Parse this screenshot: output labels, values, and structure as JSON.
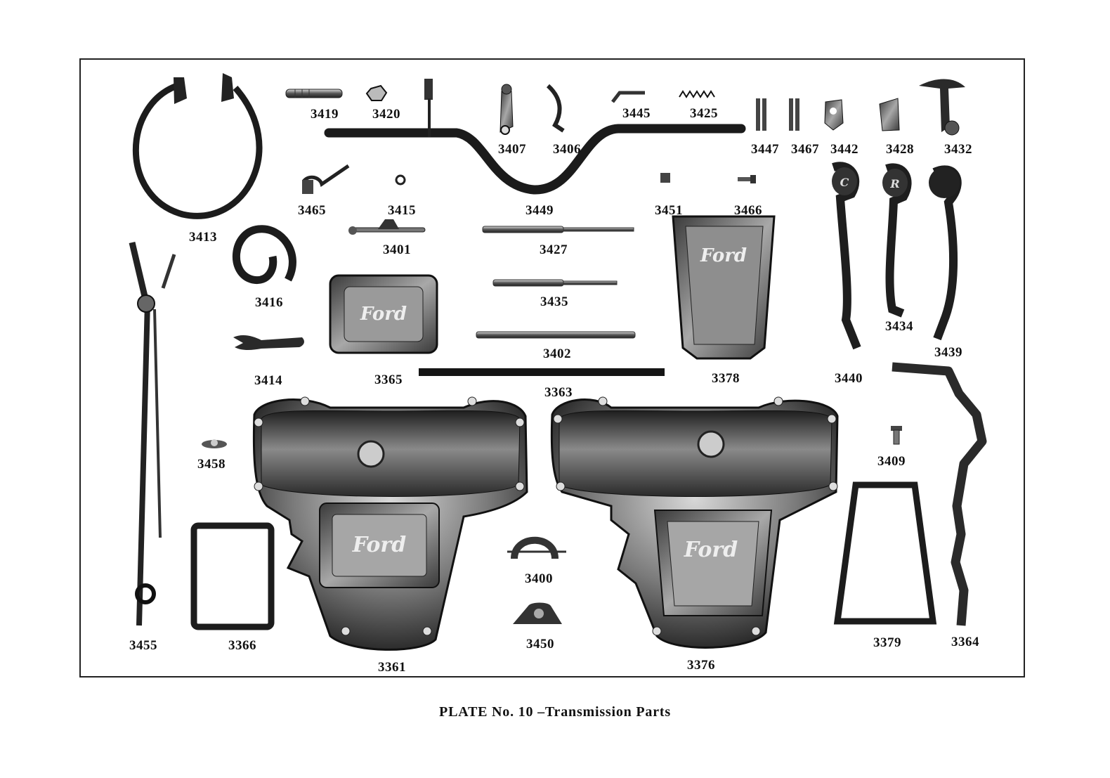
{
  "caption": "PLATE No. 10 –Transmission Parts",
  "parts": [
    {
      "id": "3413",
      "label": "3413"
    },
    {
      "id": "3419",
      "label": "3419"
    },
    {
      "id": "3420",
      "label": "3420"
    },
    {
      "id": "3407",
      "label": "3407"
    },
    {
      "id": "3406",
      "label": "3406"
    },
    {
      "id": "3445",
      "label": "3445"
    },
    {
      "id": "3425",
      "label": "3425"
    },
    {
      "id": "3447",
      "label": "3447"
    },
    {
      "id": "3467",
      "label": "3467"
    },
    {
      "id": "3442",
      "label": "3442"
    },
    {
      "id": "3428",
      "label": "3428"
    },
    {
      "id": "3432",
      "label": "3432"
    },
    {
      "id": "3465",
      "label": "3465"
    },
    {
      "id": "3415",
      "label": "3415"
    },
    {
      "id": "3449",
      "label": "3449"
    },
    {
      "id": "3451",
      "label": "3451"
    },
    {
      "id": "3466",
      "label": "3466"
    },
    {
      "id": "3401",
      "label": "3401"
    },
    {
      "id": "3427",
      "label": "3427"
    },
    {
      "id": "3416",
      "label": "3416"
    },
    {
      "id": "3435",
      "label": "3435"
    },
    {
      "id": "3434",
      "label": "3434"
    },
    {
      "id": "3439",
      "label": "3439"
    },
    {
      "id": "3402",
      "label": "3402"
    },
    {
      "id": "3414",
      "label": "3414"
    },
    {
      "id": "3365",
      "label": "3365"
    },
    {
      "id": "3378",
      "label": "3378"
    },
    {
      "id": "3440",
      "label": "3440"
    },
    {
      "id": "3363",
      "label": "3363"
    },
    {
      "id": "3458",
      "label": "3458"
    },
    {
      "id": "3409",
      "label": "3409"
    },
    {
      "id": "3400",
      "label": "3400"
    },
    {
      "id": "3455",
      "label": "3455"
    },
    {
      "id": "3366",
      "label": "3366"
    },
    {
      "id": "3450",
      "label": "3450"
    },
    {
      "id": "3379",
      "label": "3379"
    },
    {
      "id": "3364",
      "label": "3364"
    },
    {
      "id": "3361",
      "label": "3361"
    },
    {
      "id": "3376",
      "label": "3376"
    }
  ],
  "logos": {
    "ford": "Ford",
    "pedal_c": "C",
    "pedal_r": "R"
  },
  "colors": {
    "ink": "#111111",
    "paper": "#ffffff",
    "metal_dark": "#2a2a2a",
    "metal_mid": "#6b6b6b",
    "metal_light": "#c8c8c8"
  },
  "icons": [
    "ford-logo-icon"
  ]
}
